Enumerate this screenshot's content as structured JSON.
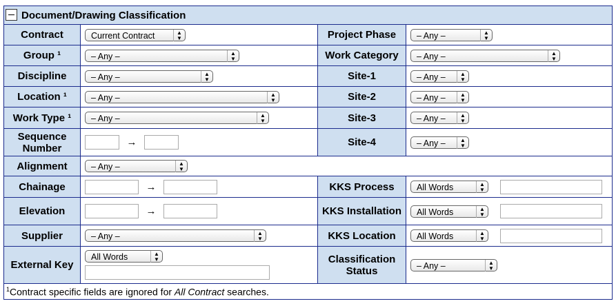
{
  "title": "Document/Drawing Classification",
  "arrow": "→",
  "rows": {
    "contract": {
      "label": "Contract",
      "value": "Current Contract"
    },
    "group": {
      "label": "Group ¹",
      "value": "– Any –"
    },
    "discipline": {
      "label": "Discipline",
      "value": "– Any –"
    },
    "location": {
      "label": "Location ¹",
      "value": "– Any –"
    },
    "work_type": {
      "label": "Work Type ¹",
      "value": "– Any –"
    },
    "sequence": {
      "label": "Sequence Number",
      "from": "",
      "to": ""
    },
    "alignment": {
      "label": "Alignment",
      "value": "– Any –"
    },
    "chainage": {
      "label": "Chainage",
      "from": "",
      "to": ""
    },
    "elevation": {
      "label": "Elevation",
      "from": "",
      "to": ""
    },
    "supplier": {
      "label": "Supplier",
      "value": "– Any –"
    },
    "external_key": {
      "label": "External Key",
      "mode": "All Words",
      "text": ""
    },
    "project_phase": {
      "label": "Project Phase",
      "value": "– Any –"
    },
    "work_category": {
      "label": "Work Category",
      "value": "– Any –"
    },
    "site1": {
      "label": "Site-1",
      "value": "– Any –"
    },
    "site2": {
      "label": "Site-2",
      "value": "– Any –"
    },
    "site3": {
      "label": "Site-3",
      "value": "– Any –"
    },
    "site4": {
      "label": "Site-4",
      "value": "– Any –"
    },
    "kks_process": {
      "label": "KKS Process",
      "mode": "All Words",
      "text": ""
    },
    "kks_installation": {
      "label": "KKS Installation",
      "mode": "All Words",
      "text": ""
    },
    "kks_location": {
      "label": "KKS Location",
      "mode": "All Words",
      "text": ""
    },
    "classification_status": {
      "label": "Classification Status",
      "value": "– Any –"
    }
  },
  "footnote": {
    "mark": "1",
    "pre": "Contract specific fields are ignored for ",
    "em": "All Contract",
    "post": " searches."
  }
}
